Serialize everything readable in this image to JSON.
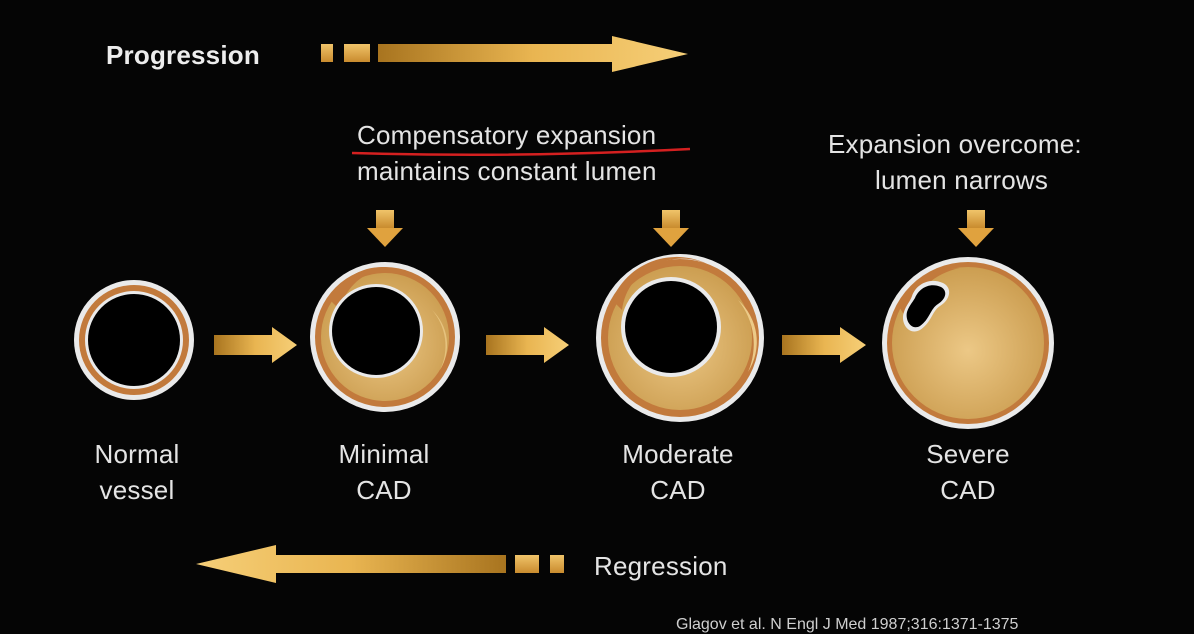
{
  "progression_label": "Progression",
  "regression_label": "Regression",
  "annotations": {
    "compensatory": [
      "Compensatory expansion",
      "maintains constant lumen"
    ],
    "overcome": [
      "Expansion overcome:",
      "lumen narrows"
    ]
  },
  "stages": [
    {
      "line1": "Normal",
      "line2": "vessel"
    },
    {
      "line1": "Minimal",
      "line2": "CAD"
    },
    {
      "line1": "Moderate",
      "line2": "CAD"
    },
    {
      "line1": "Severe",
      "line2": "CAD"
    }
  ],
  "citation": "Glagov et al. N Engl J Med 1987;316:1371-1375",
  "colors": {
    "background": "#050505",
    "arrow_gold": "#e8b24a",
    "plaque": "#d9b064",
    "vessel_wall": "#c27a3c",
    "underline": "#d42020"
  }
}
